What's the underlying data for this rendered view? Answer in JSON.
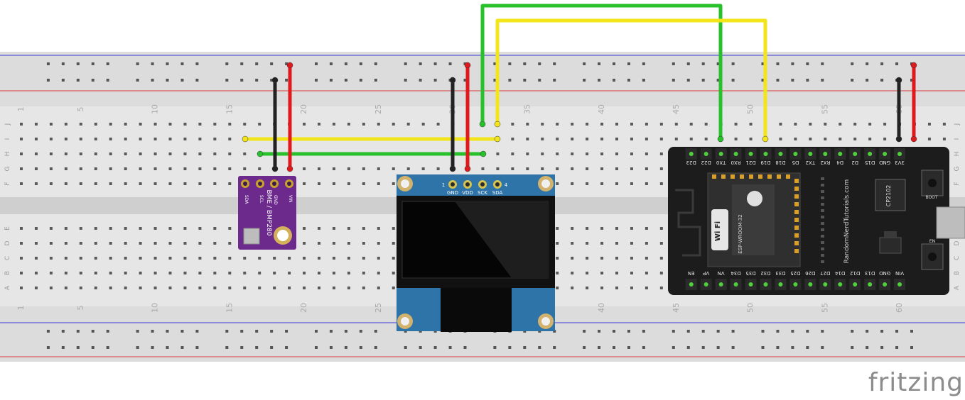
{
  "breadboard": {
    "row_letters_top": [
      "J",
      "I",
      "H",
      "G",
      "F"
    ],
    "row_letters_bottom": [
      "E",
      "D",
      "C",
      "B",
      "A"
    ],
    "column_numbers": [
      "1",
      "5",
      "10",
      "15",
      "20",
      "25",
      "30",
      "35",
      "40",
      "45",
      "50",
      "55",
      "60"
    ]
  },
  "bme280": {
    "title": "BME / BMP280",
    "pins": [
      "SDA",
      "SCL",
      "GND",
      "VIN"
    ]
  },
  "oled": {
    "pins": [
      "GND",
      "VDD",
      "SCK",
      "SDA"
    ],
    "pin_first": "1",
    "pin_last": "4"
  },
  "esp32": {
    "top_pins": [
      "3V3",
      "GND",
      "D15",
      "D2",
      "D4",
      "RX2",
      "TX2",
      "D5",
      "D18",
      "D19",
      "D21",
      "RX0",
      "TX0",
      "D22",
      "D23"
    ],
    "bottom_pins": [
      "VIN",
      "GND",
      "D13",
      "D12",
      "D14",
      "D27",
      "D26",
      "D25",
      "D33",
      "D32",
      "D35",
      "D34",
      "VN",
      "VP",
      "EN"
    ],
    "chip_label": "CP2102",
    "website": "RandomNerdTutorials.com",
    "module_label": "ESP-WROOM-32",
    "wifi_label": "Wi Fi",
    "boot_label": "BOOT",
    "en_label": "EN"
  },
  "watermark": "fritzing",
  "colors": {
    "red": "#e0191c",
    "black": "#222222",
    "green": "#27c12c",
    "yellow": "#f2e51a",
    "purple": "#6c2a8c",
    "oled_blue": "#2e74a8",
    "esp_black": "#1c1c1c"
  }
}
